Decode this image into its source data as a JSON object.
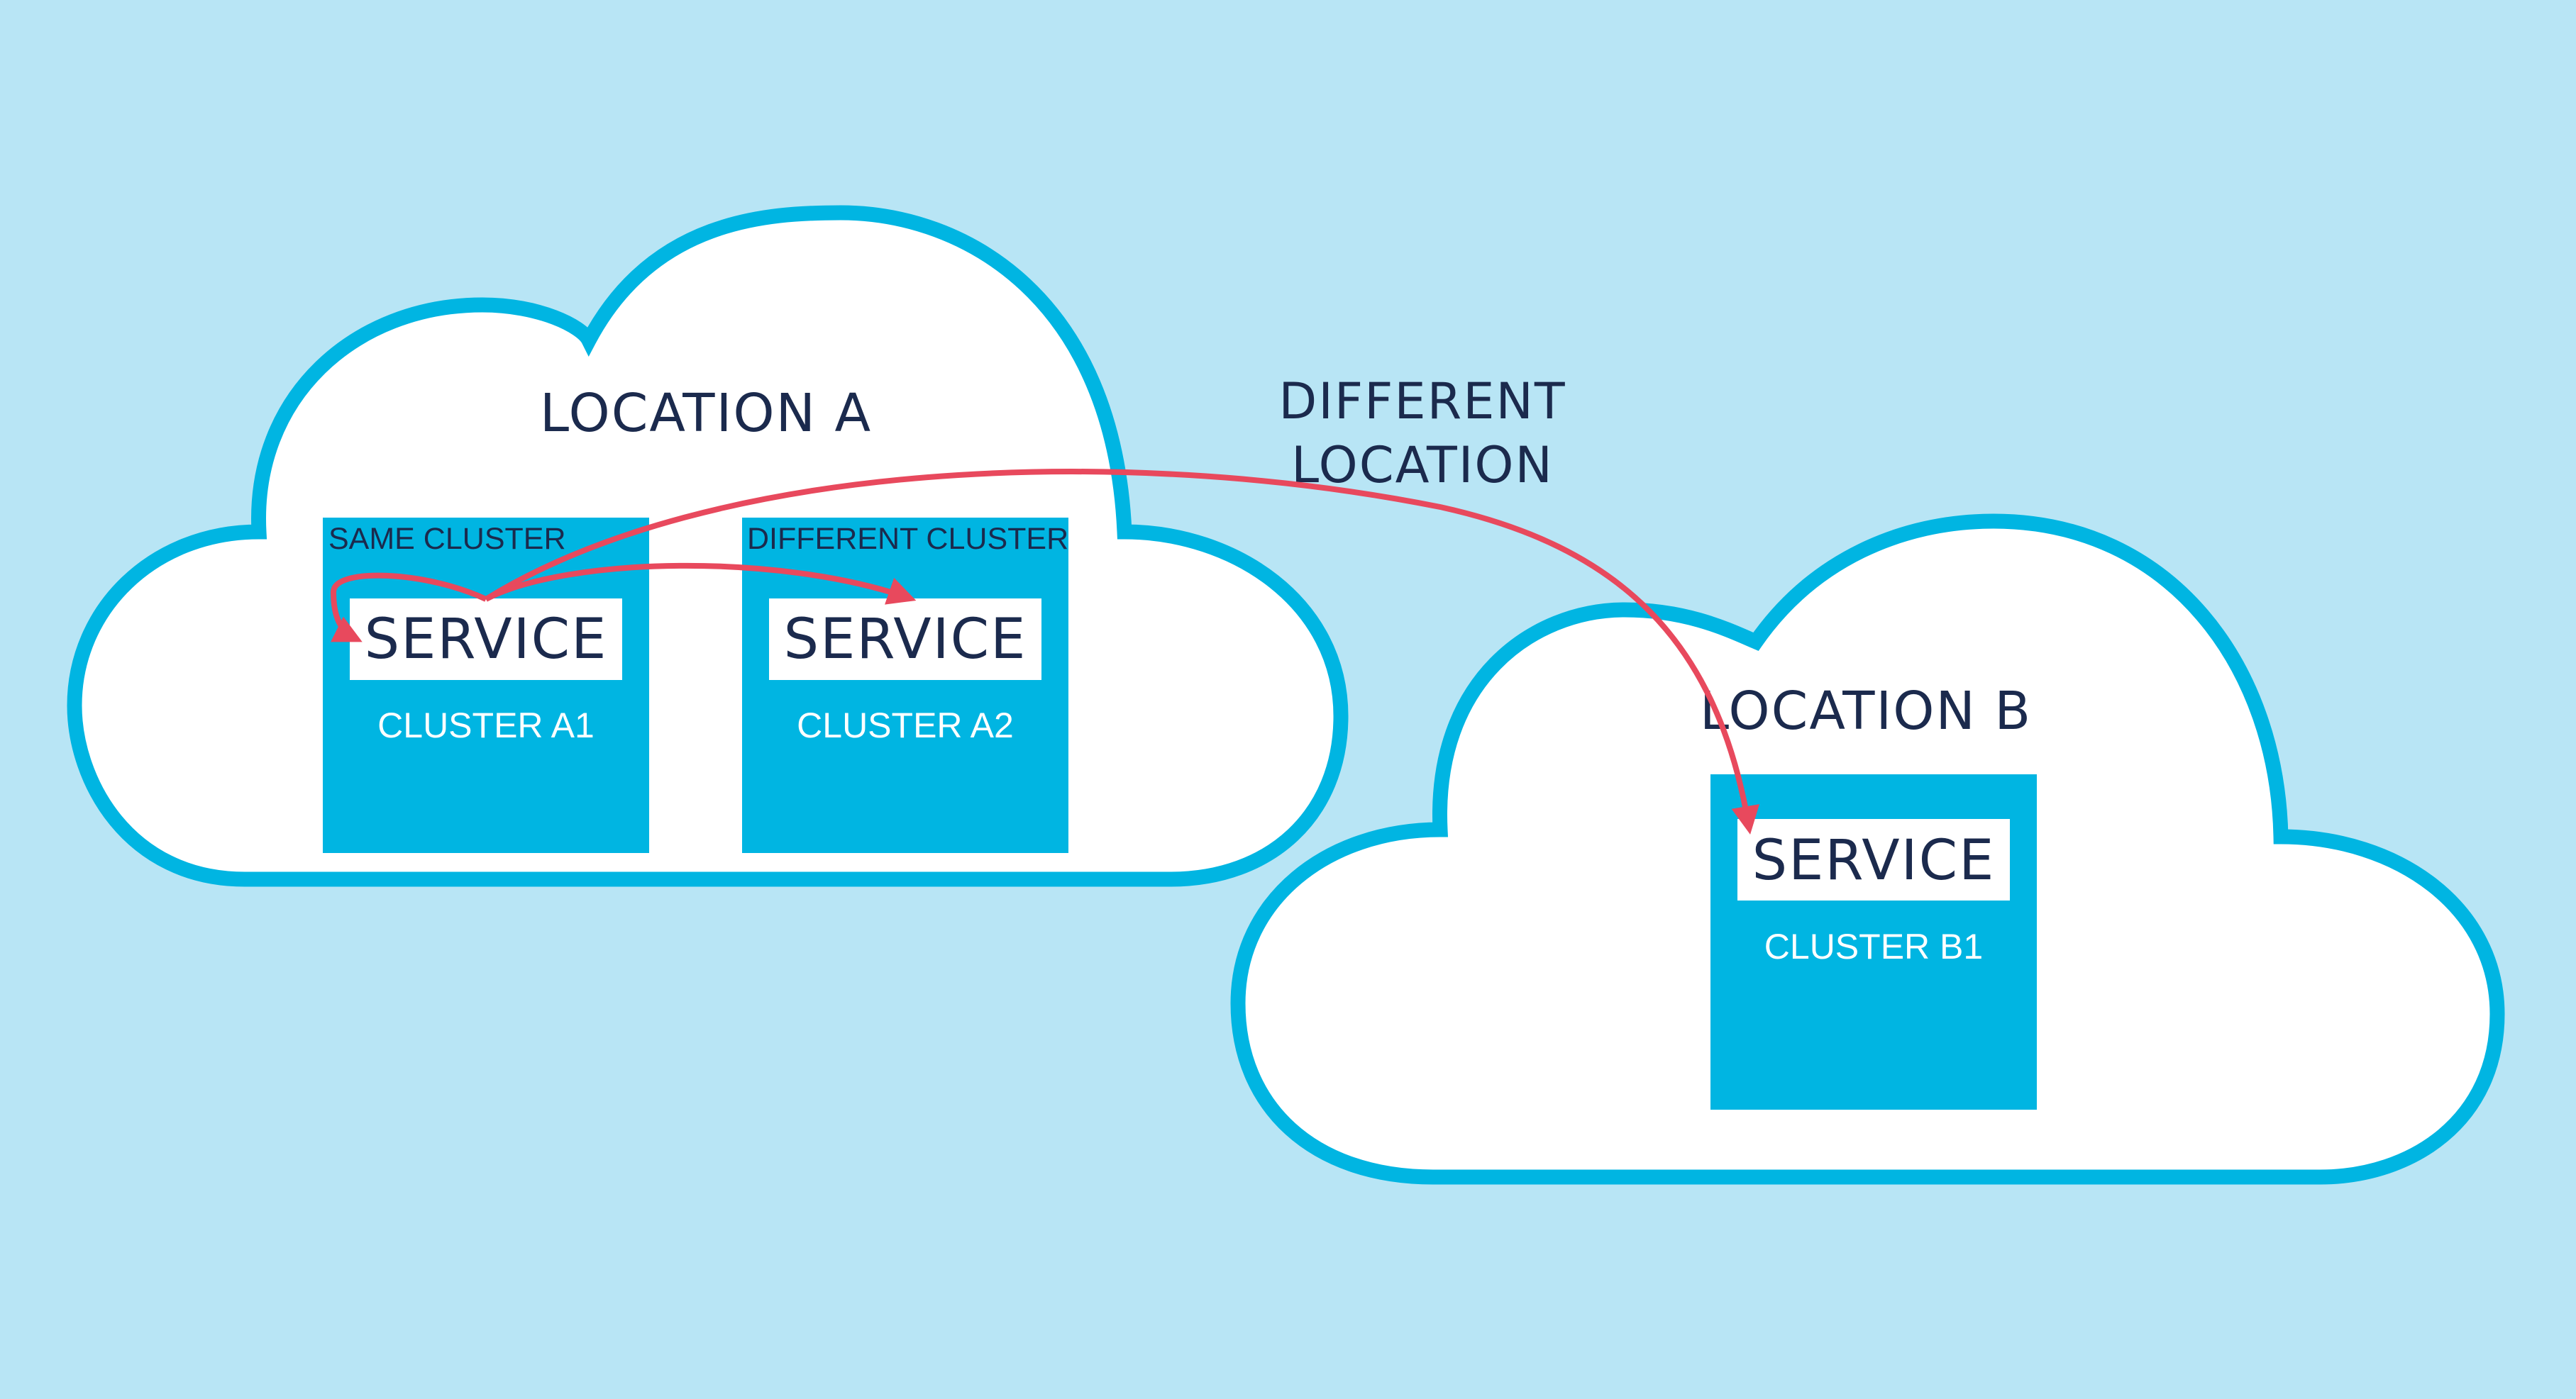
{
  "location_a": {
    "title": "LOCATION A",
    "clusters": [
      {
        "tag": "SAME CLUSTER",
        "service": "SERVICE",
        "name": "CLUSTER A1"
      },
      {
        "tag": "DIFFERENT CLUSTER",
        "service": "SERVICE",
        "name": "CLUSTER A2"
      }
    ]
  },
  "location_b": {
    "title": "LOCATION B",
    "clusters": [
      {
        "service": "SERVICE",
        "name": "CLUSTER B1"
      }
    ]
  },
  "between_locations": {
    "line1": "DIFFERENT",
    "line2": "LOCATION"
  },
  "colors": {
    "background": "#b8e5f5",
    "cloud_fill": "#ffffff",
    "accent_blue": "#00b5e2",
    "arrow_red": "#e8495d",
    "text_navy": "#1b2a4d"
  }
}
